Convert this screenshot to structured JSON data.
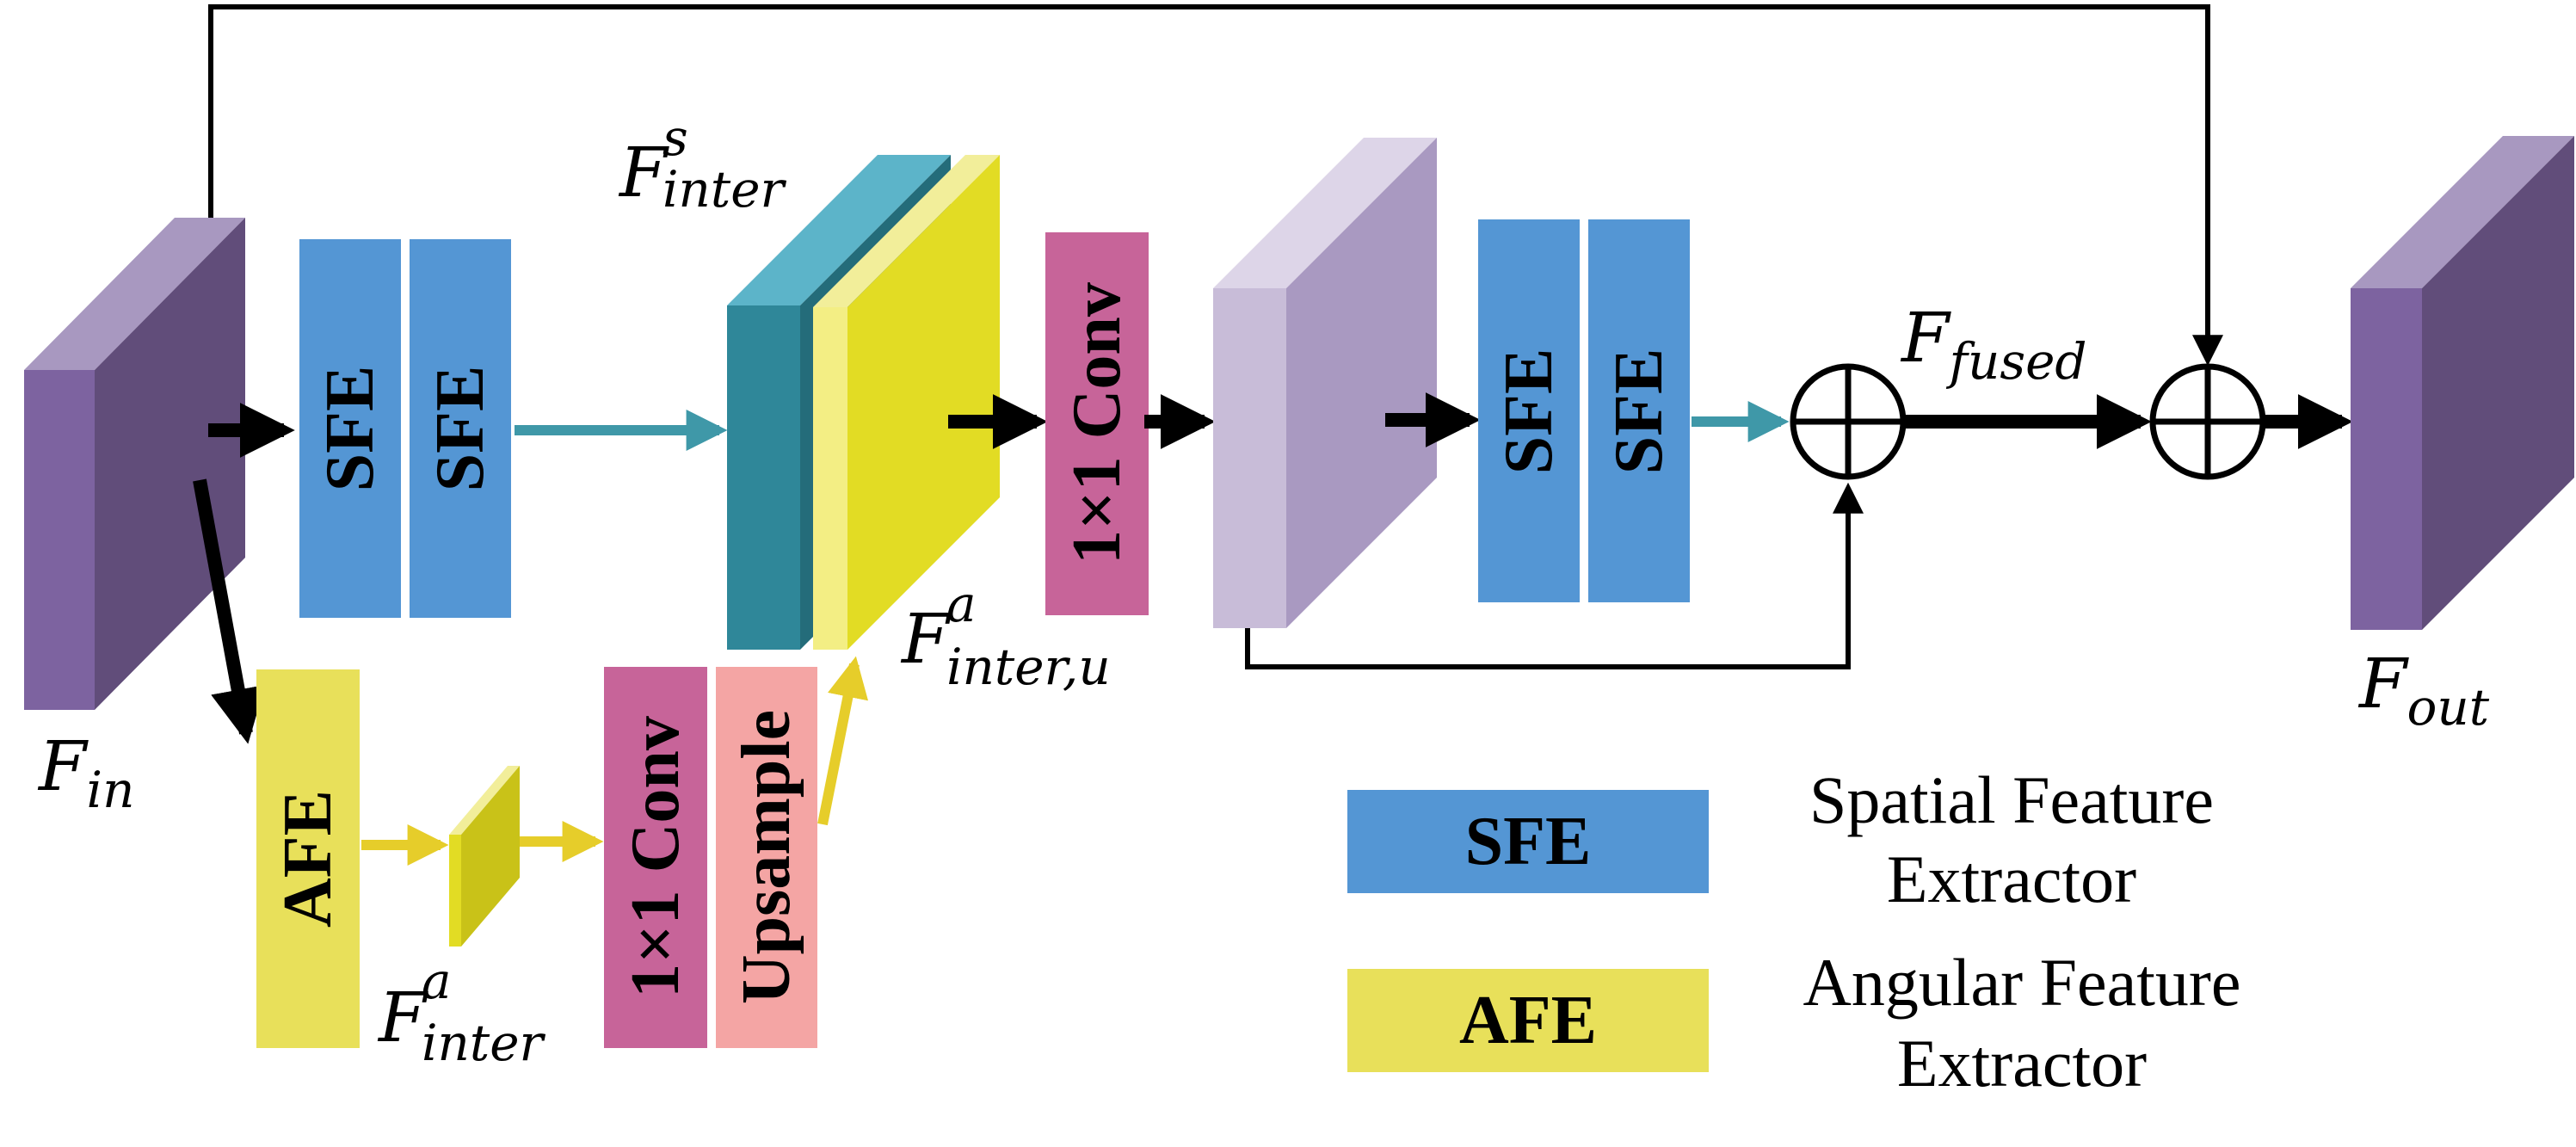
{
  "colors": {
    "sfe": "#5496D4",
    "afe": "#E8E05A",
    "conv": "#C76499",
    "upsample": "#F4A5A4",
    "arrow_black": "#000000",
    "arrow_teal": "#3F98A8",
    "arrow_yellow": "#E6CD2A",
    "feature_purple_front": "#7D63A0",
    "feature_purple_side": "#614D7A",
    "feature_purple_top": "#A898C0",
    "feature_light_front": "#C8BCD8",
    "feature_light_side": "#A999C1",
    "feature_teal_front": "#2F8799",
    "feature_teal_top": "#5CB4C9",
    "feature_yellow_front": "#E2DC24",
    "feature_yellow_top": "#F2EE9A"
  },
  "blocks": {
    "sfe_1a": "SFE",
    "sfe_1b": "SFE",
    "sfe_2a": "SFE",
    "sfe_2b": "SFE",
    "afe": "AFE",
    "conv_1": "1×1 Conv",
    "conv_2": "1×1 Conv",
    "upsample": "Upsample"
  },
  "labels": {
    "f_in": {
      "base": "F",
      "sub": "in"
    },
    "f_out": {
      "base": "F",
      "sub": "out"
    },
    "f_fused": {
      "base": "F",
      "sub": "fused"
    },
    "f_inter_s": {
      "base": "F",
      "sup": "s",
      "sub": "inter"
    },
    "f_inter_a": {
      "base": "F",
      "sup": "a",
      "sub": "inter"
    },
    "f_inter_au": {
      "base": "F",
      "sup": "a",
      "sub": "inter,u"
    }
  },
  "legend": {
    "sfe_box": "SFE",
    "sfe_line1": "Spatial Feature",
    "sfe_line2": "Extractor",
    "afe_box": "AFE",
    "afe_line1": "Angular Feature",
    "afe_line2": "Extractor"
  }
}
